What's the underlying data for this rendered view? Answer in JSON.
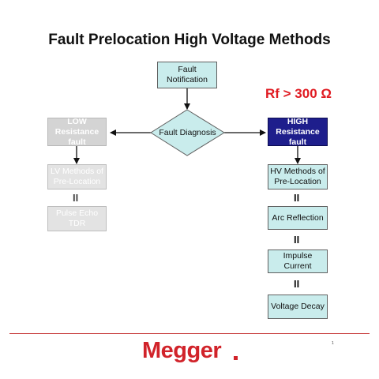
{
  "title": "Fault Prelocation High Voltage Methods",
  "rf_label": "Rf > 300 Ω",
  "nodes": {
    "fault_notification": "Fault Notification",
    "fault_diagnosis": "Fault Diagnosis",
    "low_fault": "LOW\nResistance fault",
    "high_fault": "HIGH\nResistance fault",
    "lv_methods": "LV Methods of\nPre-Location",
    "pulse_echo": "Pulse Echo\nTDR",
    "hv_methods": "HV Methods of\nPre-Location",
    "arc_reflection": "Arc Reflection",
    "impulse_current": "Impulse Current",
    "voltage_decay": "Voltage Decay"
  },
  "separator": "II",
  "logo": "Megger",
  "page_number": "1",
  "colors": {
    "node_fill": "#c9ecec",
    "high_fill": "#1e1e8c",
    "accent_red": "#e01b22",
    "faded_fill": "#e3e3e3"
  }
}
